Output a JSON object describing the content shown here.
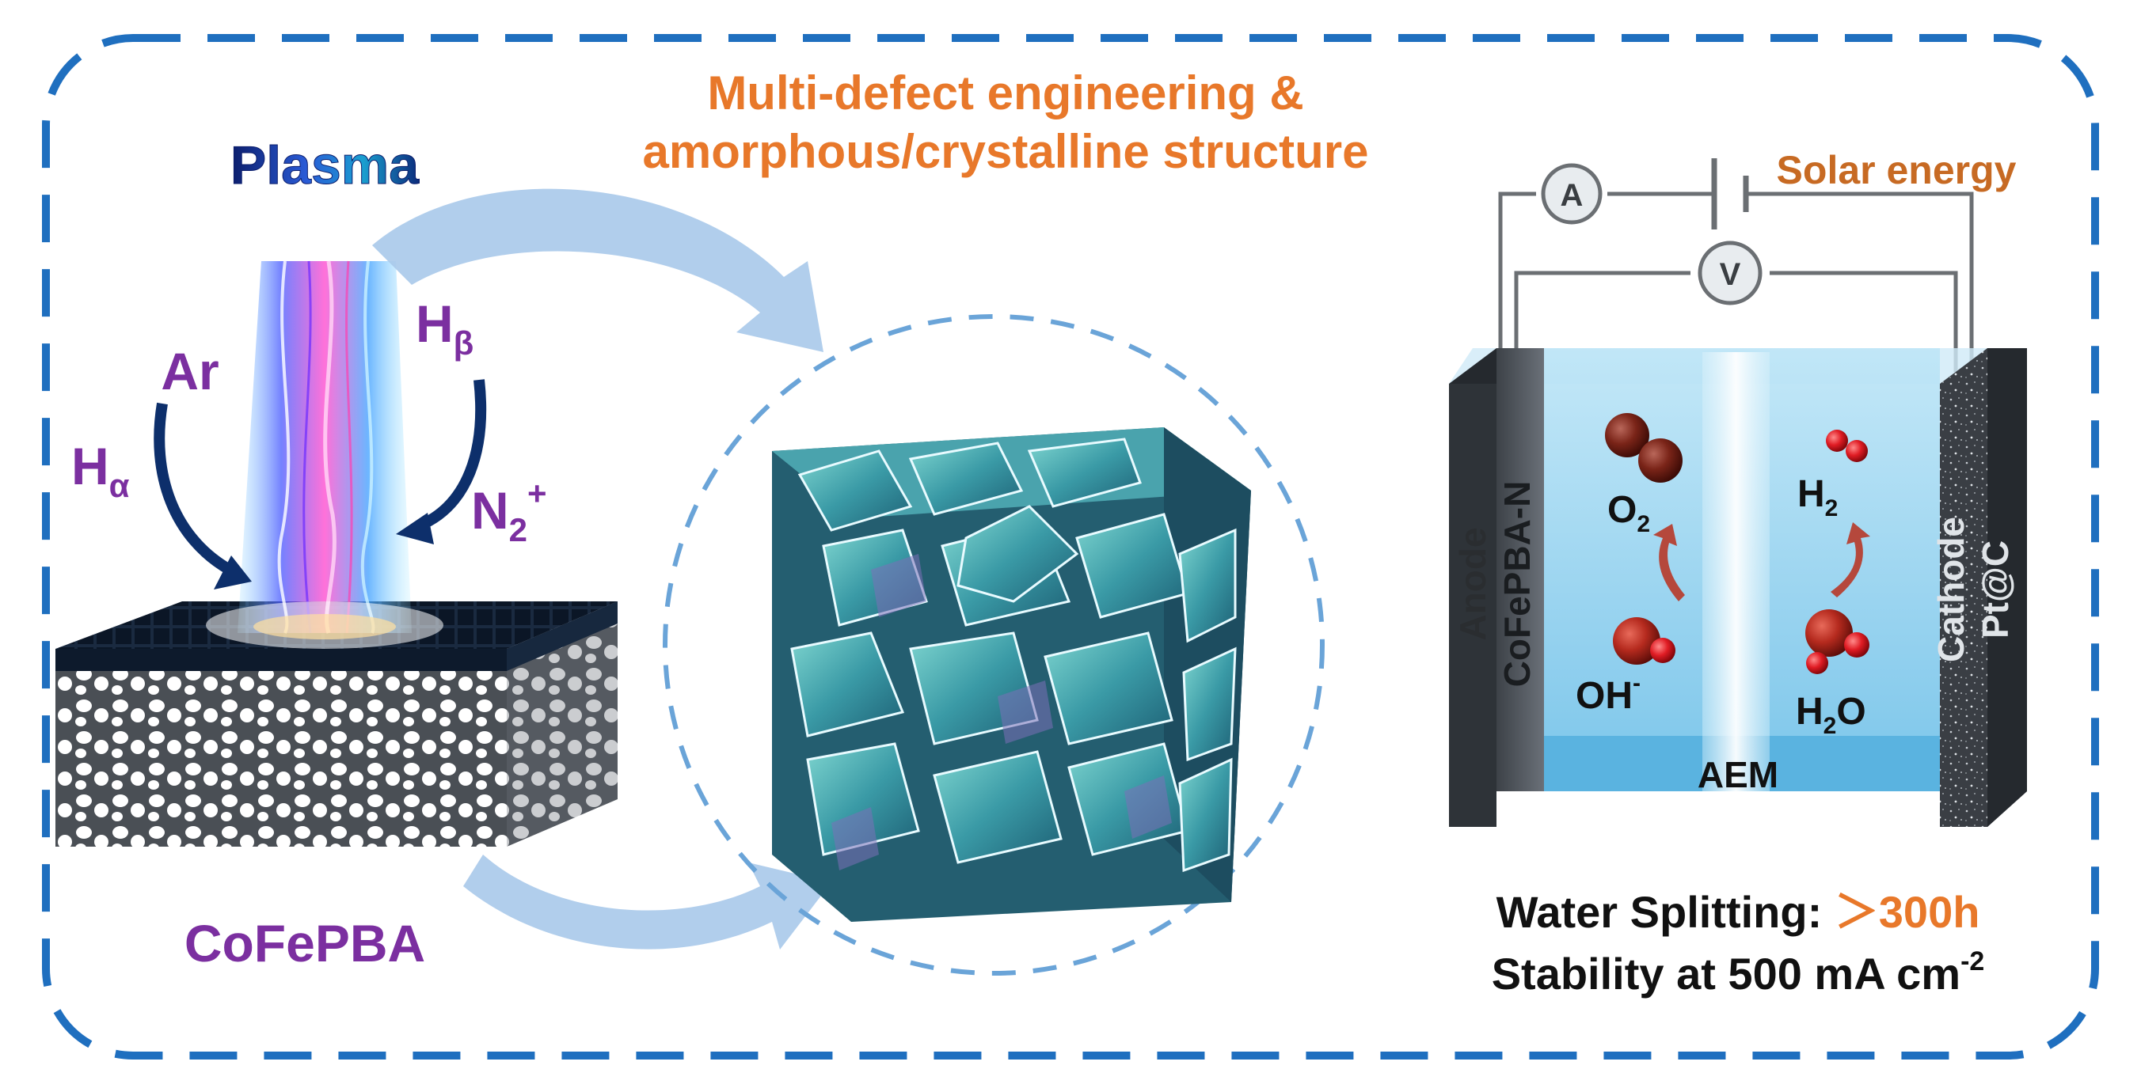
{
  "headline": {
    "line1": "Multi-defect engineering &",
    "line2": "amorphous/crystalline structure"
  },
  "plasma": {
    "title": "Plasma",
    "species": {
      "ar": "Ar",
      "h_alpha_base": "H",
      "h_alpha_sub": "α",
      "h_beta_base": "H",
      "h_beta_sub": "β",
      "n2_base": "N",
      "n2_sub": "2",
      "n2_sup": "+"
    },
    "substrate_label": "CoFePBA"
  },
  "cell": {
    "solar_label": "Solar energy",
    "ammeter": "A",
    "voltmeter": "V",
    "anode_label": "Anode",
    "anode_material": "CoFePBA-N",
    "cathode_label": "Cathode",
    "cathode_material": "Pt@C",
    "membrane": "AEM",
    "anode_product_base": "O",
    "anode_product_sub": "2",
    "anode_reactant_base": "OH",
    "anode_reactant_sup": "-",
    "cathode_product_base": "H",
    "cathode_product_sub": "2",
    "cathode_reactant_pre": "H",
    "cathode_reactant_sub": "2",
    "cathode_reactant_post": "O"
  },
  "result": {
    "prefix": "Water Splitting: ",
    "value": "＞300h",
    "line2_prefix": "Stability at 500 mA cm",
    "line2_sup": "-2"
  },
  "colors": {
    "border": "#1f6fbf",
    "headline": "#e8782a",
    "plasma_species": "#7b2fa0",
    "result_value": "#e8782a",
    "arrow_fill": "#a9c9ea",
    "navy_arrow": "#0d2f6b",
    "electrolyte": "#8fd0ef"
  }
}
